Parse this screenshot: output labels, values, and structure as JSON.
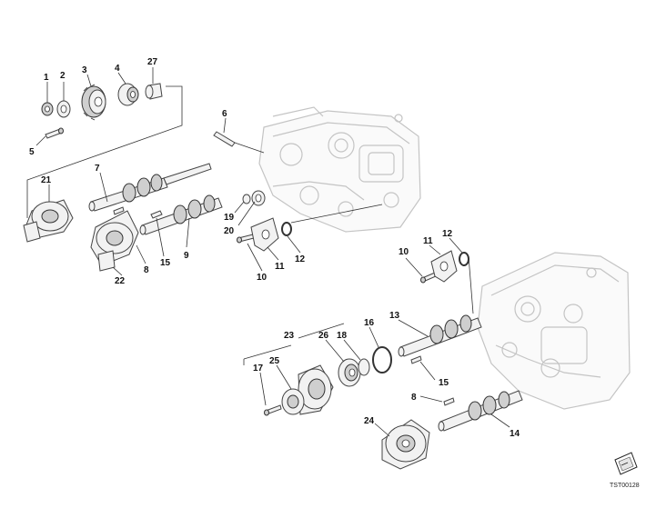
{
  "diagram": {
    "callouts": {
      "c1": "1",
      "c2": "2",
      "c3": "3",
      "c4": "4",
      "c27": "27",
      "c5": "5",
      "c6": "6",
      "c7": "7",
      "c21": "21",
      "c19": "19",
      "c20": "20",
      "c9": "9",
      "c15a": "15",
      "c8a": "8",
      "c22": "22",
      "c10a": "10",
      "c11a": "11",
      "c12a": "12",
      "c10b": "10",
      "c11b": "11",
      "c12b": "12",
      "c13": "13",
      "c16": "16",
      "c23": "23",
      "c26": "26",
      "c18": "18",
      "c17": "17",
      "c25": "25",
      "c15b": "15",
      "c8b": "8",
      "c24": "24",
      "c14": "14"
    },
    "reference_code": "TST00128",
    "corner_icon": "book-reference-icon"
  }
}
